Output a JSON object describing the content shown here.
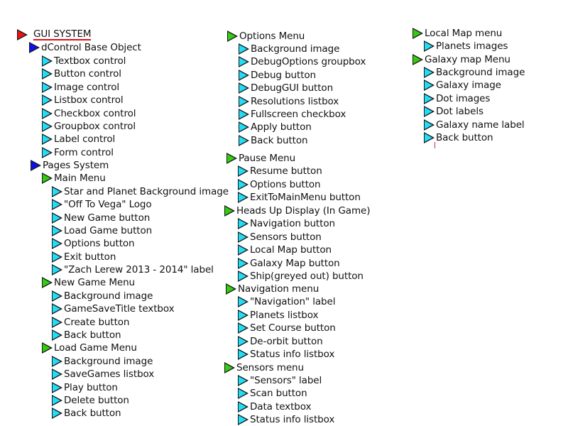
{
  "colors": {
    "red": "#ee1111",
    "blue": "#1010ee",
    "green": "#33cc11",
    "cyan": "#22ddf5",
    "underline": "#dd1111"
  },
  "tree": {
    "root": "GUI SYSTEM",
    "dcontrol": {
      "label": "dControl Base Object",
      "children": [
        "Textbox control",
        "Button control",
        "Image control",
        "Listbox control",
        "Checkbox control",
        "Groupbox control",
        "Label control",
        "Form control"
      ]
    },
    "pages": {
      "label": "Pages System",
      "main_menu": {
        "label": "Main Menu",
        "children": [
          "Star and Planet Background image",
          "\"Off To Vega\" Logo",
          "New Game button",
          "Load Game button",
          "Options button",
          "Exit button",
          "\"Zach Lerew 2013 - 2014\" label"
        ]
      },
      "new_game_menu": {
        "label": "New Game Menu",
        "children": [
          "Background image",
          "GameSaveTitle textbox",
          "Create button",
          "Back button"
        ]
      },
      "load_game_menu": {
        "label": "Load Game Menu",
        "children": [
          "Background image",
          "SaveGames listbox",
          "Play button",
          "Delete button",
          "Back button"
        ]
      },
      "options_menu": {
        "label": "Options Menu",
        "children": [
          "Background image",
          "DebugOptions groupbox",
          "Debug button",
          "DebugGUI button",
          "Resolutions listbox",
          "Fullscreen checkbox",
          "Apply button",
          "Back button"
        ]
      },
      "pause_menu": {
        "label": "Pause Menu",
        "children": [
          "Resume button",
          "Options button",
          "ExitToMainMenu button"
        ]
      },
      "hud": {
        "label": "Heads Up Display (In Game)",
        "children": [
          "Navigation button",
          "Sensors button",
          "Local Map button",
          "Galaxy Map button",
          "Ship(greyed out) button"
        ]
      },
      "navigation_menu": {
        "label": "Navigation menu",
        "children": [
          "\"Navigation\" label",
          "Planets listbox",
          "Set Course button",
          "De-orbit button",
          "Status info listbox"
        ]
      },
      "sensors_menu": {
        "label": "Sensors menu",
        "children": [
          "\"Sensors\" label",
          "Scan button",
          "Data textbox",
          "Status info listbox"
        ]
      },
      "local_map_menu": {
        "label": "Local Map menu",
        "children": [
          "Planets images"
        ]
      },
      "galaxy_map_menu": {
        "label": "Galaxy map Menu",
        "children": [
          "Background image",
          "Galaxy image",
          "Dot images",
          "Dot labels",
          "Galaxy name label",
          "Back button"
        ]
      }
    }
  }
}
